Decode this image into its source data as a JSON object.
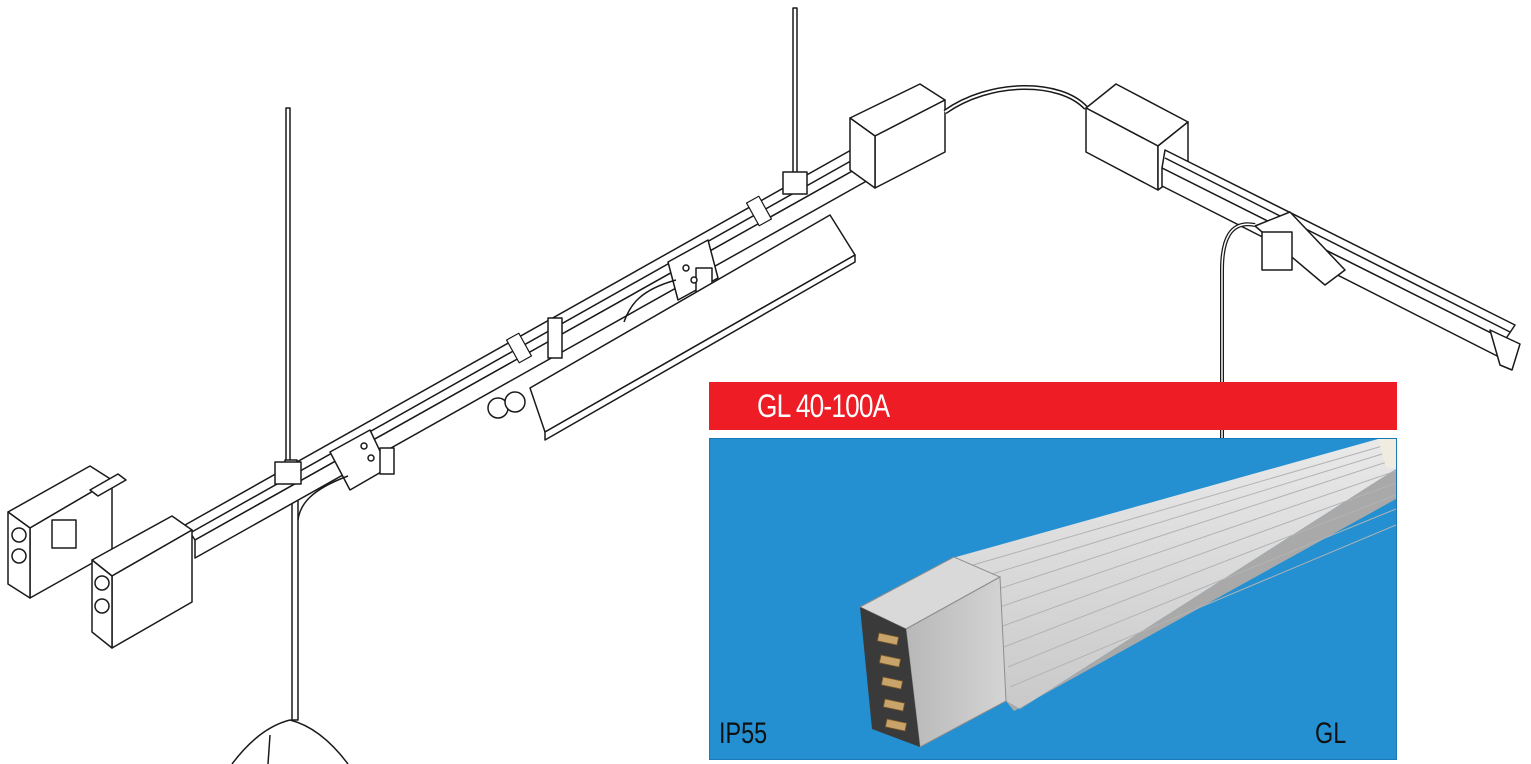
{
  "inset": {
    "title": "GL 40-100A",
    "label_left": "IP55",
    "label_right": "GL",
    "title_color": "#ee1c25",
    "background_color": "#2490d1"
  },
  "drawing": {
    "line_color": "#1a1a1a",
    "fill_color": "#ffffff"
  }
}
